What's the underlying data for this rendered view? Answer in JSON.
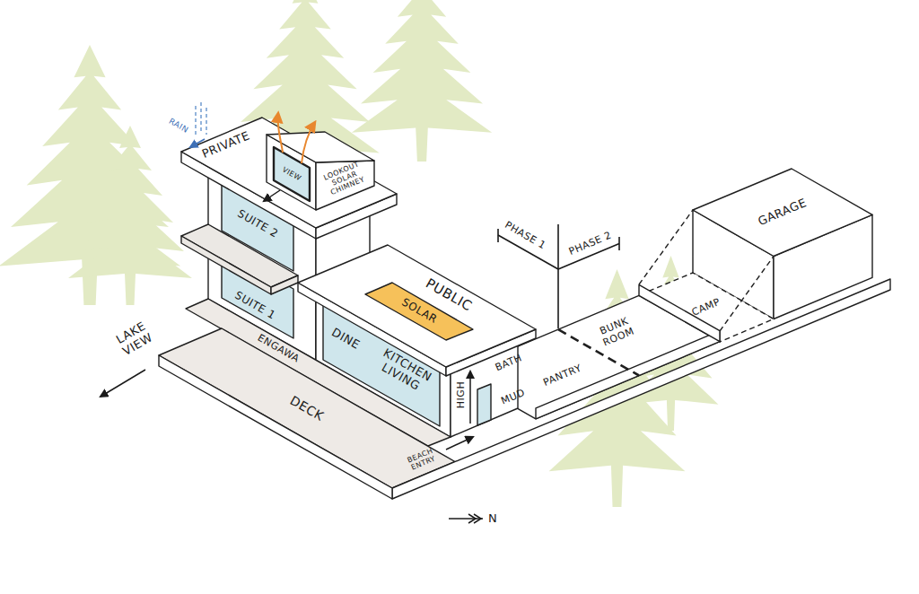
{
  "diagram": {
    "labels": [
      "PRIVATE",
      "RAIN",
      "VIEW",
      "LOOKOUT SOLAR CHIMNEY",
      "SUITE 2",
      "SUITE 1",
      "ENGAWA",
      "PUBLIC",
      "SOLAR",
      "PHASE 1",
      "PHASE 2",
      "DINE",
      "KITCHEN LIVING",
      "HIGH",
      "MUD",
      "BATH",
      "PANTRY",
      "BUNK ROOM",
      "CAMP",
      "GARAGE",
      "LAKE VIEW",
      "DECK",
      "BEACH ENTRY",
      "N"
    ]
  }
}
